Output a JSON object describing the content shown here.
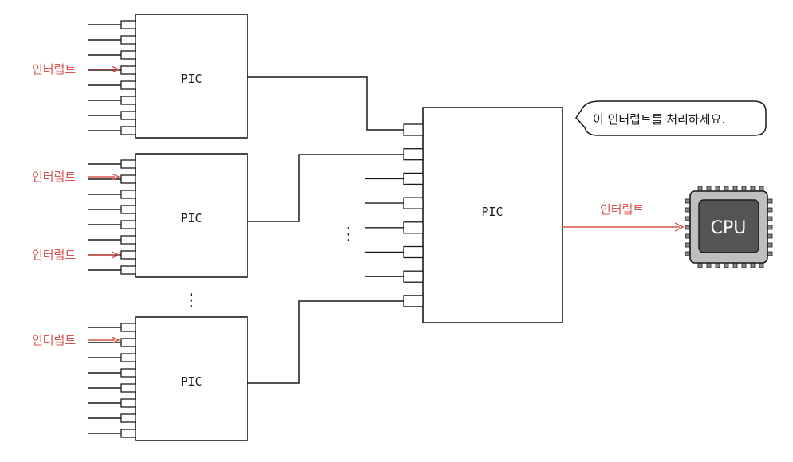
{
  "pic_label": "PIC",
  "interrupt_label": "인터럽트",
  "speech_bubble": "이 인터럽트를 처리하세요.",
  "cpu_label": "CPU",
  "ellipsis": "⋮",
  "colors": {
    "line": "#1a1a1a",
    "interrupt": "#d9534f",
    "cpu_body": "#bfbfbf",
    "cpu_die": "#555555",
    "cpu_text": "#ffffff"
  }
}
